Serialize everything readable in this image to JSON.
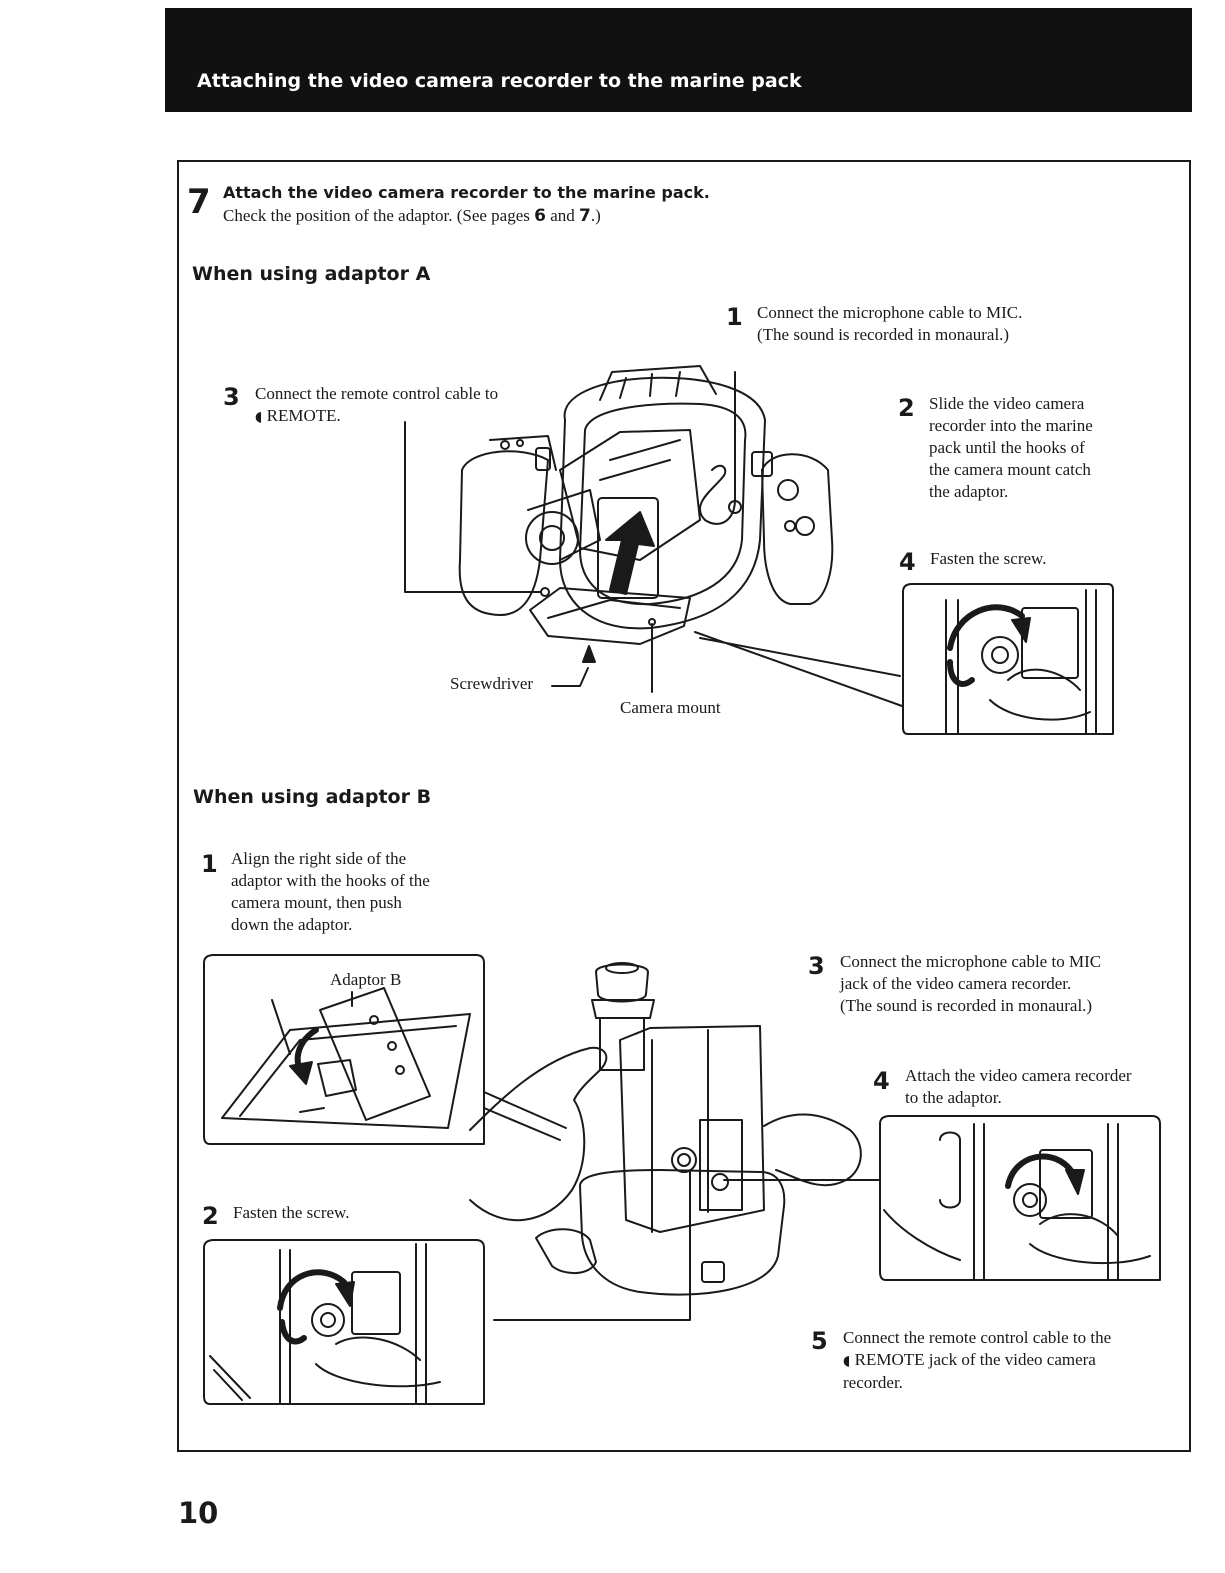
{
  "header": {
    "title": "Attaching the video camera recorder to the marine pack"
  },
  "step7": {
    "number": "7",
    "title": "Attach the video camera recorder to the marine pack.",
    "note_prefix": "Check the position of the adaptor. (See pages ",
    "page_a": "6",
    "note_and": " and ",
    "page_b": "7",
    "note_suffix": ".)"
  },
  "adaptor_a": {
    "heading": "When using adaptor A",
    "steps": [
      {
        "num": "1",
        "line1": "Connect the microphone cable to MIC.",
        "line2": "(The sound is recorded in monaural.)"
      },
      {
        "num": "2",
        "lines": [
          "Slide the video camera",
          "recorder into the marine",
          "pack until the hooks of",
          "the camera mount catch",
          "the adaptor."
        ]
      },
      {
        "num": "3",
        "line1": "Connect the remote control cable to",
        "line2": "REMOTE."
      },
      {
        "num": "4",
        "text": "Fasten the screw."
      }
    ],
    "labels": {
      "screwdriver": "Screwdriver",
      "camera_mount": "Camera mount"
    }
  },
  "adaptor_b": {
    "heading": "When using adaptor B",
    "steps": [
      {
        "num": "1",
        "lines": [
          "Align the right side of the",
          "adaptor with the hooks of the",
          "camera mount, then push",
          "down the adaptor."
        ]
      },
      {
        "num": "2",
        "text": "Fasten the screw."
      },
      {
        "num": "3",
        "lines": [
          "Connect the microphone cable to MIC",
          "jack of the video camera recorder.",
          "(The sound is recorded in monaural.)"
        ]
      },
      {
        "num": "4",
        "lines": [
          "Attach the video camera recorder",
          "to the adaptor."
        ]
      },
      {
        "num": "5",
        "line1": "Connect the remote control cable to the",
        "line2": "REMOTE jack of the video camera",
        "line3": "recorder."
      }
    ],
    "labels": {
      "adaptor_b": "Adaptor B"
    }
  },
  "icons": {
    "remote": "remote-jack-icon"
  },
  "page_number": "10"
}
